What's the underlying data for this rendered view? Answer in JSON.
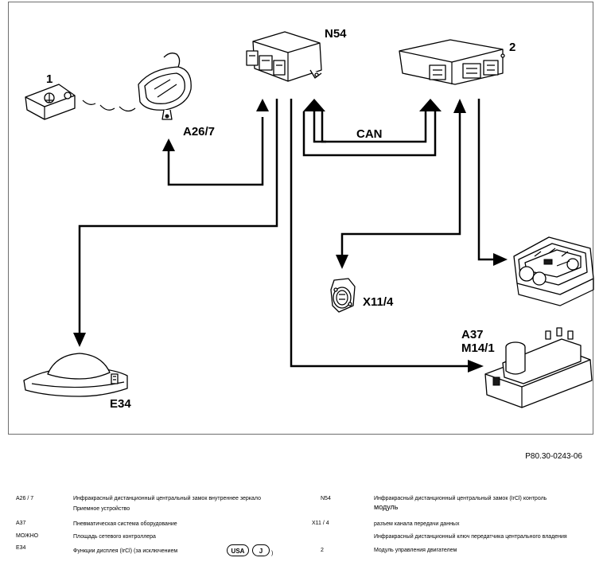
{
  "diagram": {
    "labels": {
      "key": "1",
      "mirror": "A26/7",
      "controller": "N54",
      "engine_ecu": "2",
      "can": "CAN",
      "data_connector": "X11/4",
      "pneumatic_a": "A37",
      "pneumatic_b": "M14/1",
      "door_handle": "E34"
    }
  },
  "reference_code": "P80.30-0243-06",
  "legend": {
    "left": [
      {
        "code": "A26 / 7",
        "text": "Инфракрасный дистанционный центральный замок внутреннее зеркало"
      },
      {
        "code": "",
        "text": "Приемное устройство"
      },
      {
        "code": "A37",
        "text": "Пневматическая система оборудование"
      },
      {
        "code": "МОЖНО",
        "text": "Площадь сетевого контроллера"
      },
      {
        "code": "E34",
        "text": "Функции дисплея (IrCl) (за исключением"
      }
    ],
    "right": [
      {
        "code": "N54",
        "text": "Инфракрасный дистанционный центральный замок (IrCl) контроль"
      },
      {
        "code": "",
        "text": "модуль"
      },
      {
        "code": "X11 / 4",
        "text": "разъем канала передачи данных"
      },
      {
        "code": "",
        "text": "Инфракрасный дистанционный ключ передатчика центрального владения"
      },
      {
        "code": "2",
        "text": "Модуль управления двигателем"
      }
    ],
    "badges": [
      "USA",
      "J"
    ],
    "badge_close": ")"
  }
}
